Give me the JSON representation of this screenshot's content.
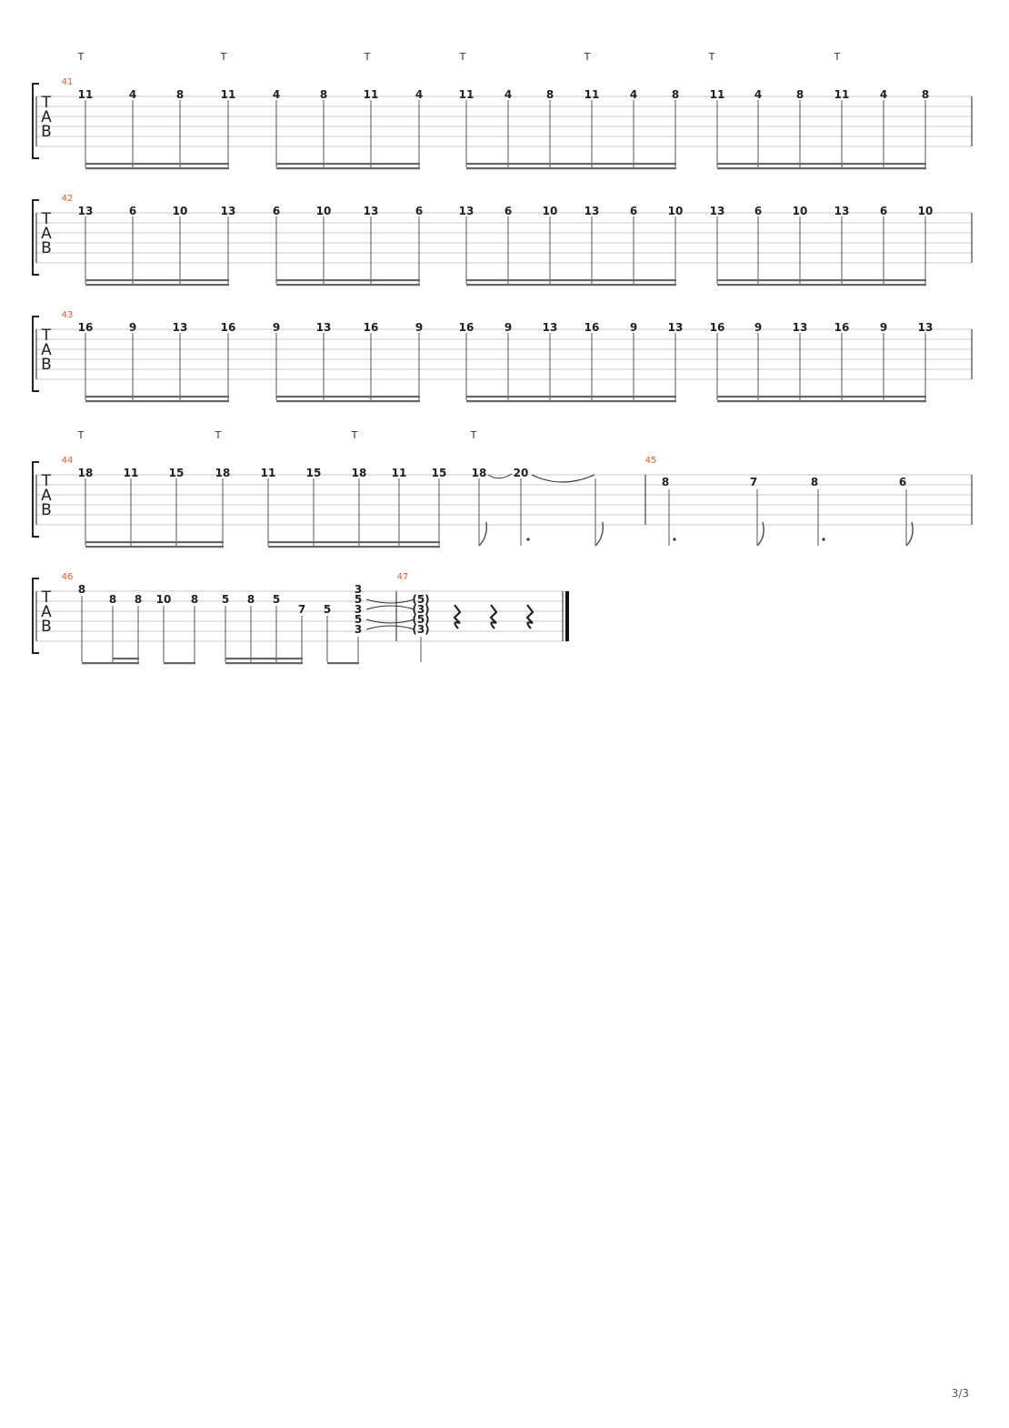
{
  "page": {
    "page_number": "3/3"
  },
  "clef_letters": [
    "T",
    "A",
    "B"
  ],
  "systems": [
    {
      "measures": [
        {
          "number": "41",
          "tap_marks": [
            "T",
            "T",
            "T",
            "T",
            "T",
            "T",
            "T"
          ],
          "beam_groups": [
            [
              "11",
              "4",
              "8",
              "11"
            ],
            [
              "4",
              "8",
              "11",
              "4"
            ],
            [
              "11",
              "4",
              "8",
              "11",
              "4",
              "8"
            ],
            [
              "11",
              "4",
              "8",
              "11",
              "4",
              "8"
            ]
          ]
        }
      ]
    },
    {
      "measures": [
        {
          "number": "42",
          "tap_marks": [],
          "beam_groups": [
            [
              "13",
              "6",
              "10",
              "13"
            ],
            [
              "6",
              "10",
              "13",
              "6"
            ],
            [
              "13",
              "6",
              "10",
              "13",
              "6",
              "10"
            ],
            [
              "13",
              "6",
              "10",
              "13",
              "6",
              "10"
            ]
          ]
        }
      ]
    },
    {
      "measures": [
        {
          "number": "43",
          "tap_marks": [],
          "beam_groups": [
            [
              "16",
              "9",
              "13",
              "16"
            ],
            [
              "9",
              "13",
              "16",
              "9"
            ],
            [
              "16",
              "9",
              "13",
              "16",
              "9",
              "13"
            ],
            [
              "16",
              "9",
              "13",
              "16",
              "9",
              "13"
            ]
          ]
        }
      ]
    },
    {
      "measures": [
        {
          "number": "44",
          "tap_marks": [
            "T",
            "T",
            "T",
            "T"
          ],
          "beam_groups": [
            [
              "18",
              "11",
              "15",
              "18"
            ],
            [
              "11",
              "15",
              "18",
              "11",
              "15"
            ]
          ],
          "tail_notes": [
            "18",
            "20"
          ]
        },
        {
          "number": "45",
          "notes": [
            "8",
            "7",
            "8",
            "6"
          ]
        }
      ]
    },
    {
      "measures": [
        {
          "number": "46",
          "notes": [
            "8",
            "8",
            "8",
            "10",
            "8",
            "5",
            "8",
            "5",
            "7",
            "5"
          ],
          "chord": [
            "3",
            "5",
            "3",
            "5",
            "3"
          ]
        },
        {
          "number": "47",
          "tied_chord": [
            "(5)",
            "(3)",
            "(5)",
            "(3)"
          ]
        }
      ]
    }
  ]
}
